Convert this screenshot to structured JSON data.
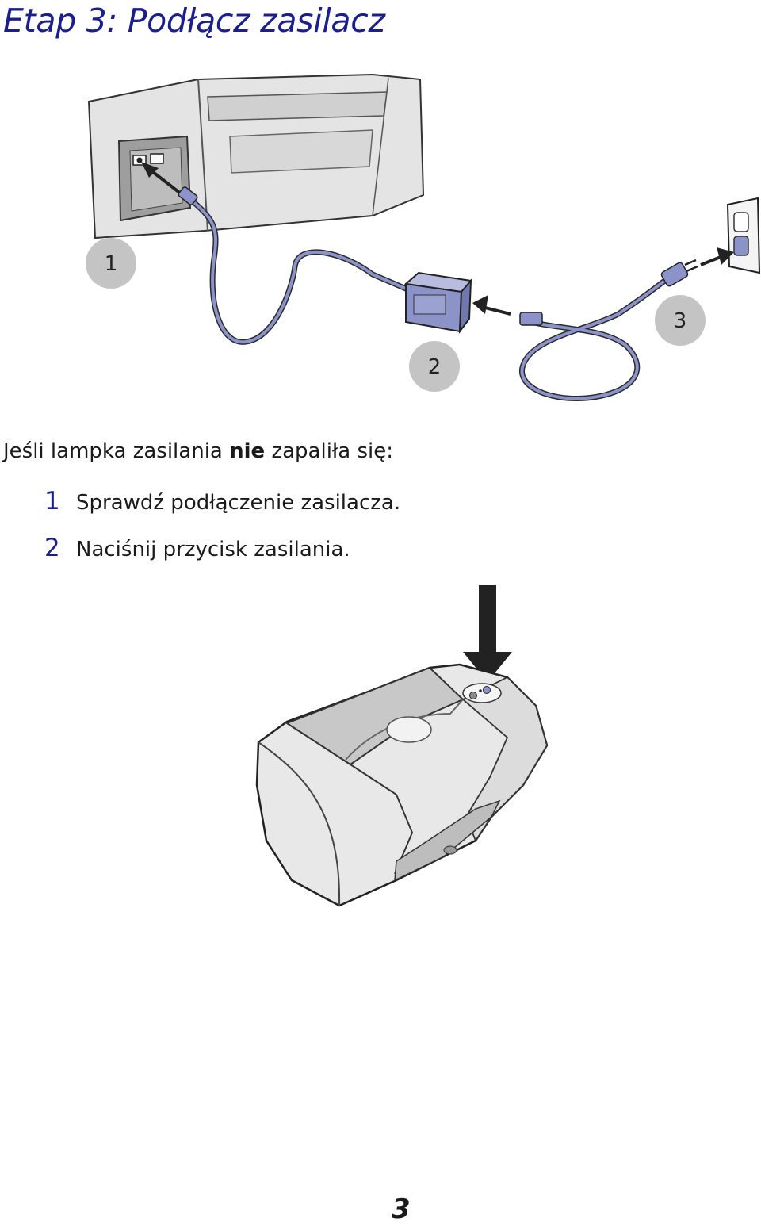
{
  "title": "Etap 3: Podłącz zasilacz",
  "callouts": [
    "1",
    "2",
    "3"
  ],
  "intro": {
    "before": "Jeśli lampka zasilania ",
    "bold": "nie",
    "after": " zapaliła się:"
  },
  "steps": [
    {
      "num": "1",
      "text": "Sprawdź podłączenie zasilacza."
    },
    {
      "num": "2",
      "text": "Naciśnij przycisk zasilania."
    }
  ],
  "page_number": "3",
  "colors": {
    "heading": "#1b1f8c",
    "cable": "#8b93c8",
    "callout_fill": "#c4c4c4",
    "printer_body": "#e6e6e6"
  }
}
